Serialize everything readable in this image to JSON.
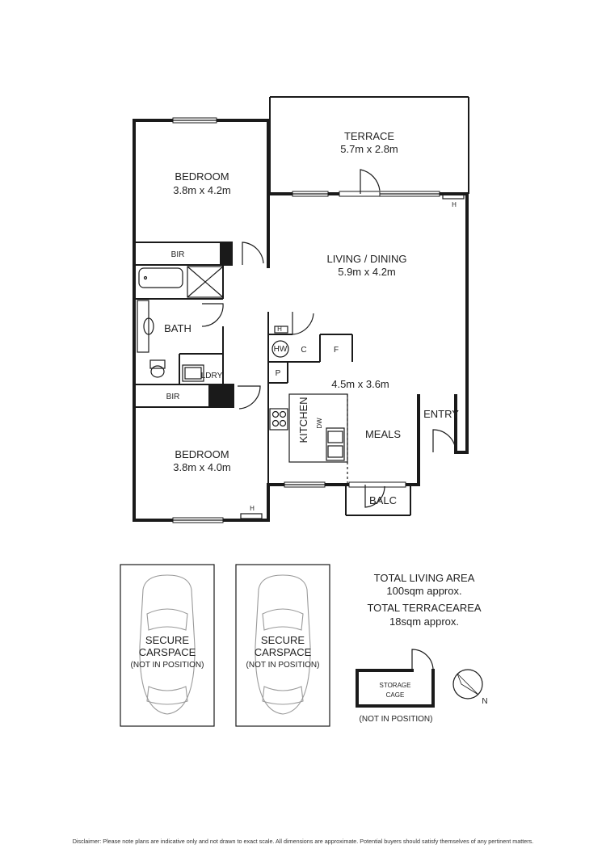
{
  "rooms": {
    "terrace": {
      "name": "TERRACE",
      "dims": "5.7m x 2.8m"
    },
    "bedroom1": {
      "name": "BEDROOM",
      "dims": "3.8m x 4.2m"
    },
    "living": {
      "name": "LIVING / DINING",
      "dims": "5.9m x 4.2m"
    },
    "bath": {
      "name": "BATH"
    },
    "bir1": {
      "name": "BIR"
    },
    "bir2": {
      "name": "BIR"
    },
    "bedroom2": {
      "name": "BEDROOM",
      "dims": "3.8m x 4.0m"
    },
    "kitchen": {
      "name": "KITCHEN",
      "dims": "4.5m x 3.6m"
    },
    "meals": {
      "name": "MEALS"
    },
    "entry": {
      "name": "ENTRY"
    },
    "balc": {
      "name": "BALC"
    },
    "ldry": {
      "name": "LDRY"
    }
  },
  "fixtures": {
    "hw": "HW",
    "c": "C",
    "f": "F",
    "p": "P",
    "dw": "DW",
    "heater": "H"
  },
  "carspaces": [
    {
      "line1": "SECURE",
      "line2": "CARSPACE",
      "note": "(NOT IN POSITION)"
    },
    {
      "line1": "SECURE",
      "line2": "CARSPACE",
      "note": "(NOT IN POSITION)"
    }
  ],
  "areas": {
    "living_label": "TOTAL LIVING AREA",
    "living_value": "100sqm approx.",
    "terrace_label": "TOTAL TERRACEAREA",
    "terrace_value": "18sqm approx."
  },
  "storage": {
    "line1": "STORAGE",
    "line2": "CAGE",
    "note": "(NOT IN POSITION)"
  },
  "compass": {
    "label": "N",
    "icon": "north-arrow-icon"
  },
  "disclaimer": "Disclaimer: Please note plans are indicative only and not drawn to exact scale. All dimensions are approximate. Potential buyers should satisfy themselves of any pertinent matters."
}
